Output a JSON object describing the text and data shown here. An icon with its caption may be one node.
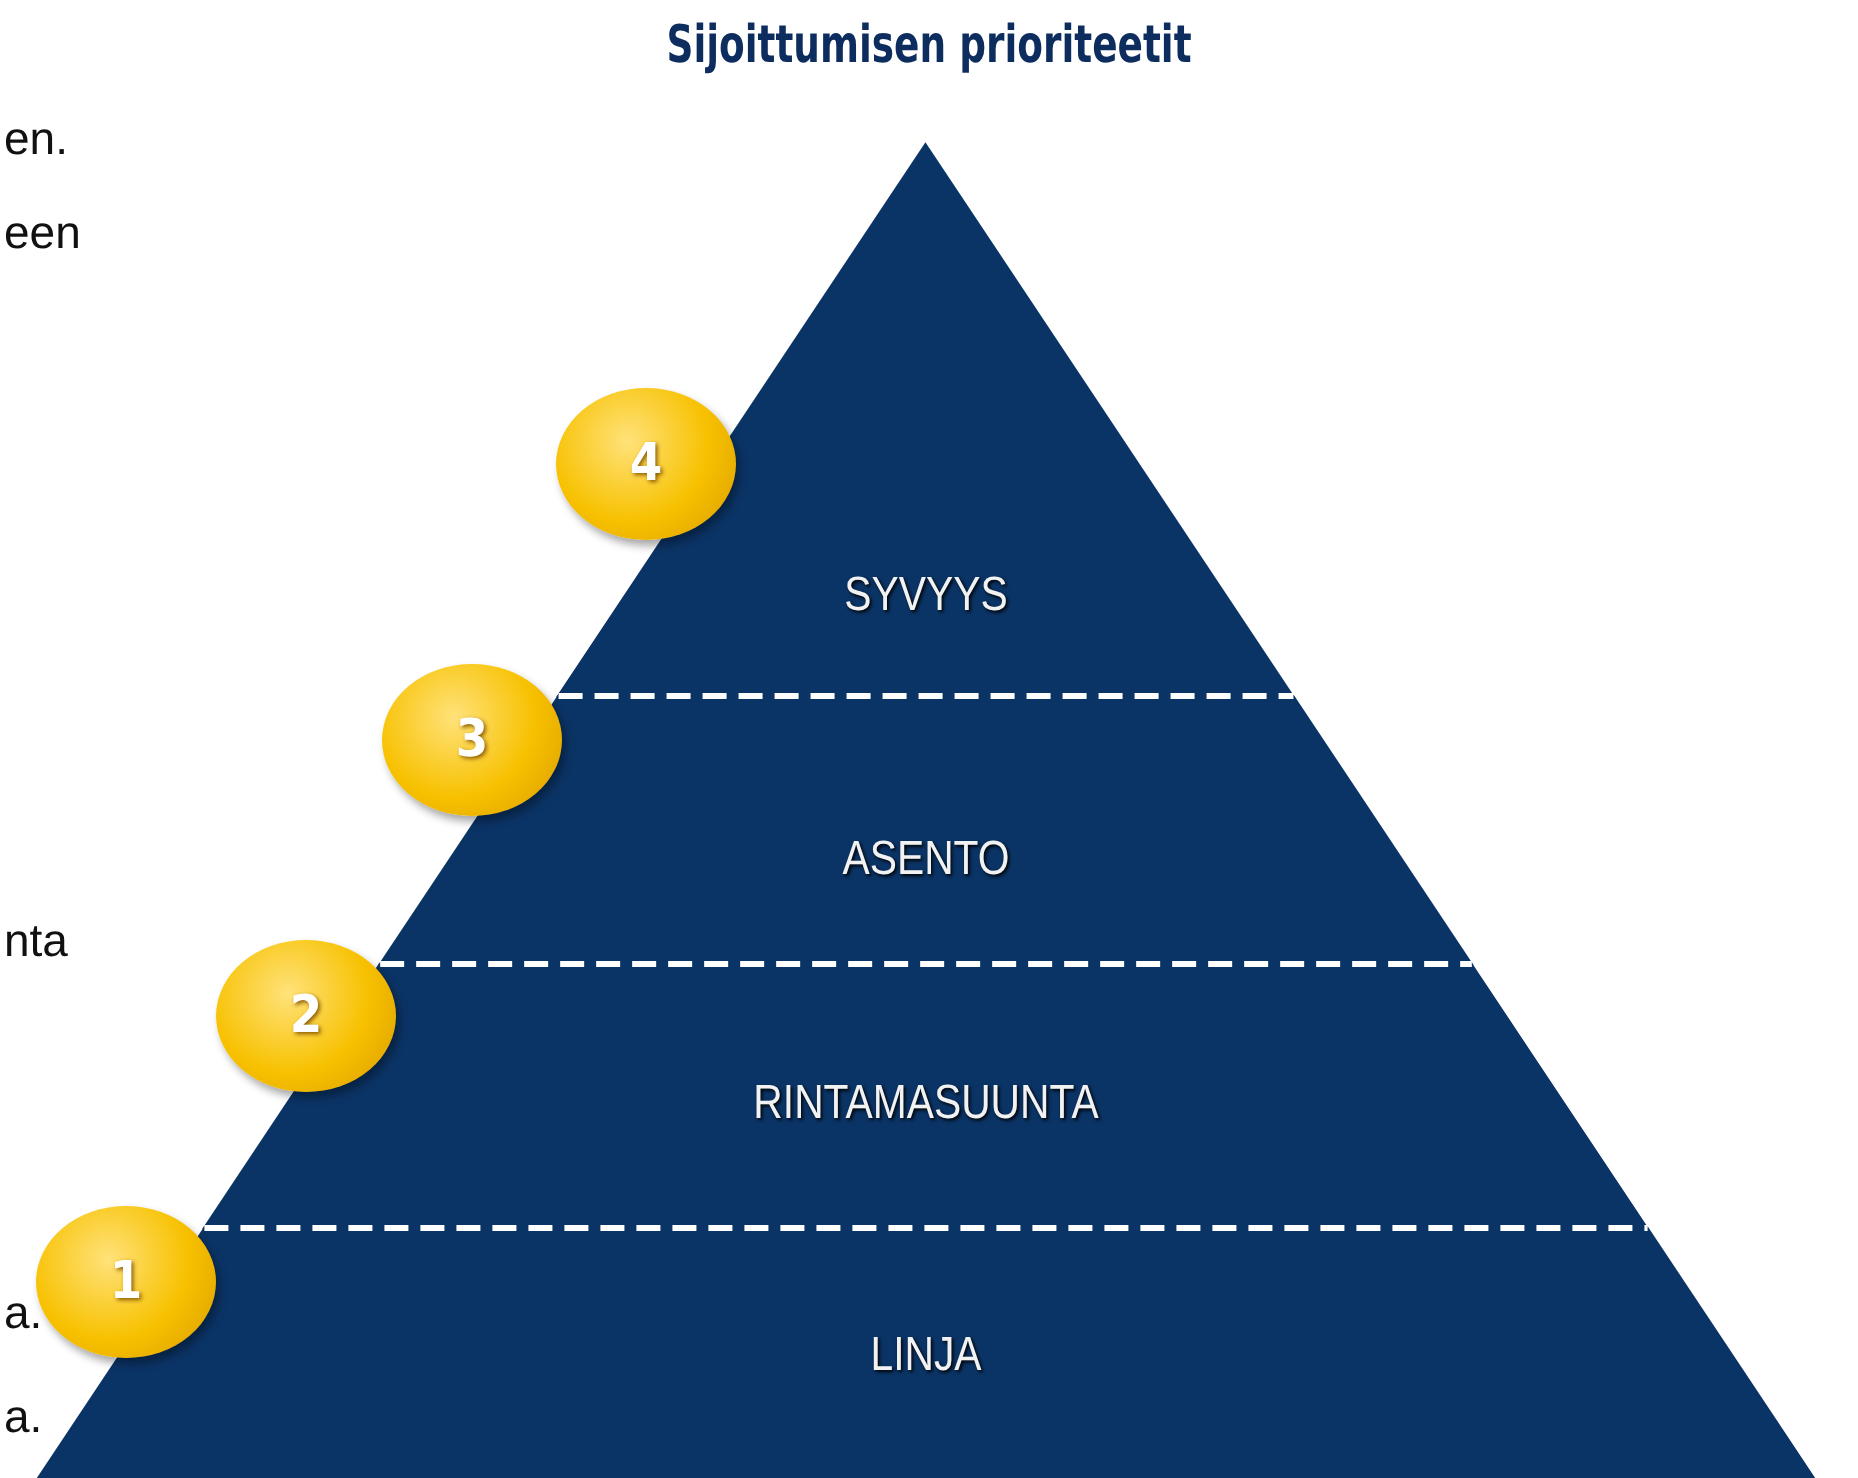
{
  "diagram": {
    "title": "Sijoittumisen prioriteetit",
    "nodes": [
      {
        "text": [
          "4"
        ]
      },
      {
        "text": [
          "SYVYYS"
        ]
      },
      {
        "text": [
          "3"
        ]
      },
      {
        "text": [
          "ASENTO"
        ]
      },
      {
        "text": [
          "2"
        ]
      },
      {
        "text": [
          "RINTAMASUUNTA"
        ]
      },
      {
        "text": [
          "1"
        ]
      },
      {
        "text": [
          "LINJA"
        ]
      }
    ],
    "labels": [
      "en.",
      "een",
      "nta",
      "a.",
      "a."
    ]
  }
}
